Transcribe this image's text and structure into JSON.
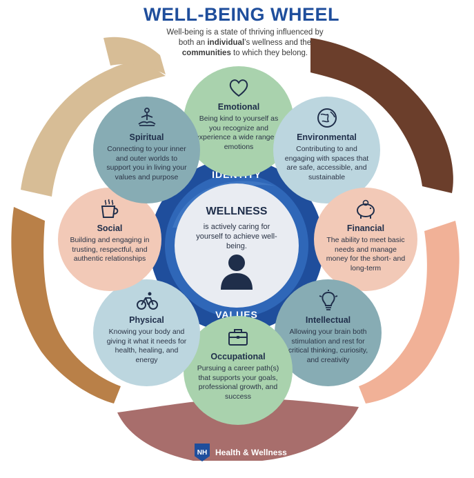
{
  "header": {
    "title": "WELL-BEING WHEEL",
    "subtitle_part1": "Well-being is a state of thriving influenced by both an ",
    "subtitle_bold1": "individual",
    "subtitle_part2": "’s wellness and the ",
    "subtitle_bold2": "communities",
    "subtitle_part3": " to which they belong."
  },
  "center": {
    "outer_top_label": "IDENTITY",
    "outer_bottom_label": "VALUES",
    "title": "WELLNESS",
    "description": "is actively caring for yourself to achieve well-being.",
    "icon": "person-icon"
  },
  "dimensions": [
    {
      "key": "emotional",
      "title": "Emotional",
      "description": "Being kind to yourself as you recognize and experience a wide range of emotions",
      "icon": "heart-icon",
      "color": "#a9d2ad"
    },
    {
      "key": "environmental",
      "title": "Environmental",
      "description": "Contributing to and engaging with spaces that are safe, accessible, and sustainable",
      "icon": "globe-icon",
      "color": "#bcd6df"
    },
    {
      "key": "financial",
      "title": "Financial",
      "description": "The ability to meet basic needs and manage money for the short- and long-term",
      "icon": "piggy-bank-icon",
      "color": "#f2c9b7"
    },
    {
      "key": "intellectual",
      "title": "Intellectual",
      "description": "Allowing your brain both stimulation and rest for critical thinking, curiosity, and creativity",
      "icon": "lightbulb-icon",
      "color": "#87acb4"
    },
    {
      "key": "occupational",
      "title": "Occupational",
      "description": "Pursuing a career path(s) that supports your goals, professional growth, and success",
      "icon": "briefcase-icon",
      "color": "#a9d2ad"
    },
    {
      "key": "physical",
      "title": "Physical",
      "description": "Knowing your body and giving it what it needs for health, healing, and energy",
      "icon": "bicycle-icon",
      "color": "#bcd6df"
    },
    {
      "key": "social",
      "title": "Social",
      "description": "Building and engaging in trusting, respectful, and authentic relationships",
      "icon": "coffee-cup-icon",
      "color": "#f2c9b7"
    },
    {
      "key": "spiritual",
      "title": "Spiritual",
      "description": "Connecting to your inner and outer worlds to support you in living your values and purpose",
      "icon": "meditation-icon",
      "color": "#87acb4"
    }
  ],
  "footer": {
    "logo_letters": "NH",
    "label": "Health & Wellness"
  },
  "colors": {
    "title_blue": "#1f4e9c",
    "ring_dark": "#1f4e9c",
    "ring_light": "#2f67b8",
    "hand_light": "#d7bd96",
    "hand_dark": "#6b3e2b",
    "hand_peach": "#f1b197",
    "hand_tan": "#b98048",
    "hand_mauve": "#a86e6c"
  }
}
